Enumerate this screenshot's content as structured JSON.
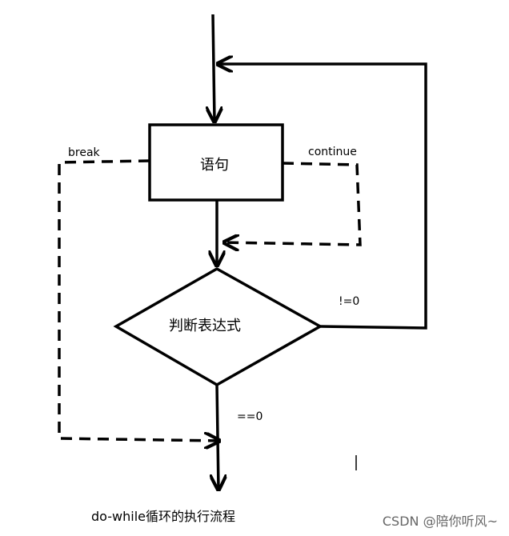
{
  "diagram": {
    "nodes": {
      "statement": "语句",
      "condition": "判断表达式"
    },
    "edges": {
      "break": "break",
      "continue": "continue",
      "nonzero": "!=0",
      "zero": "==0"
    },
    "caption": "do-while循环的执行流程",
    "watermark": "CSDN @陪你听风~"
  },
  "colors": {
    "stroke": "#000000",
    "background": "#ffffff",
    "watermark": "#666666"
  }
}
